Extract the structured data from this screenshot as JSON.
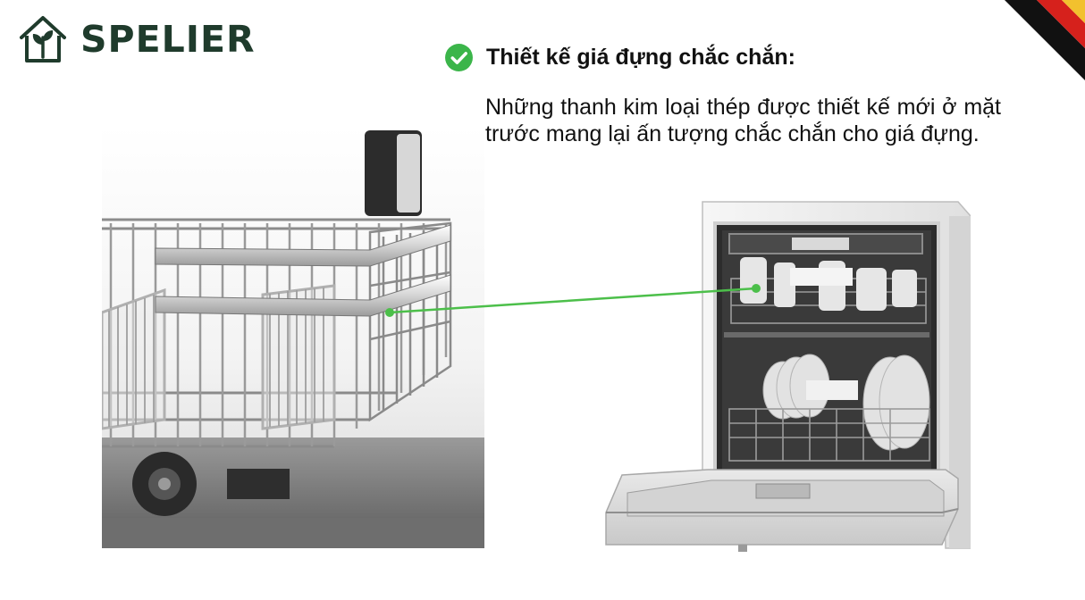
{
  "brand": {
    "name": "SPELIER",
    "color": "#1f3b2c",
    "logo_icon": "house-plant-icon"
  },
  "feature": {
    "icon": "check-circle-icon",
    "icon_color": "#3bb54a",
    "title": "Thiết kế giá đựng chắc chắn:",
    "description": "Những thanh kim loại thép được thiết kế mới ở mặt trước mang lại ấn tượng chắc chắn cho giá đựng."
  },
  "images": {
    "closeup": "dish-rack-closeup-photo",
    "product": "dishwasher-open-door-photo"
  },
  "callout": {
    "color": "#4cbf4a"
  },
  "decor": {
    "flag_colors": [
      "#111111",
      "#d6211c",
      "#f2c12e"
    ]
  }
}
